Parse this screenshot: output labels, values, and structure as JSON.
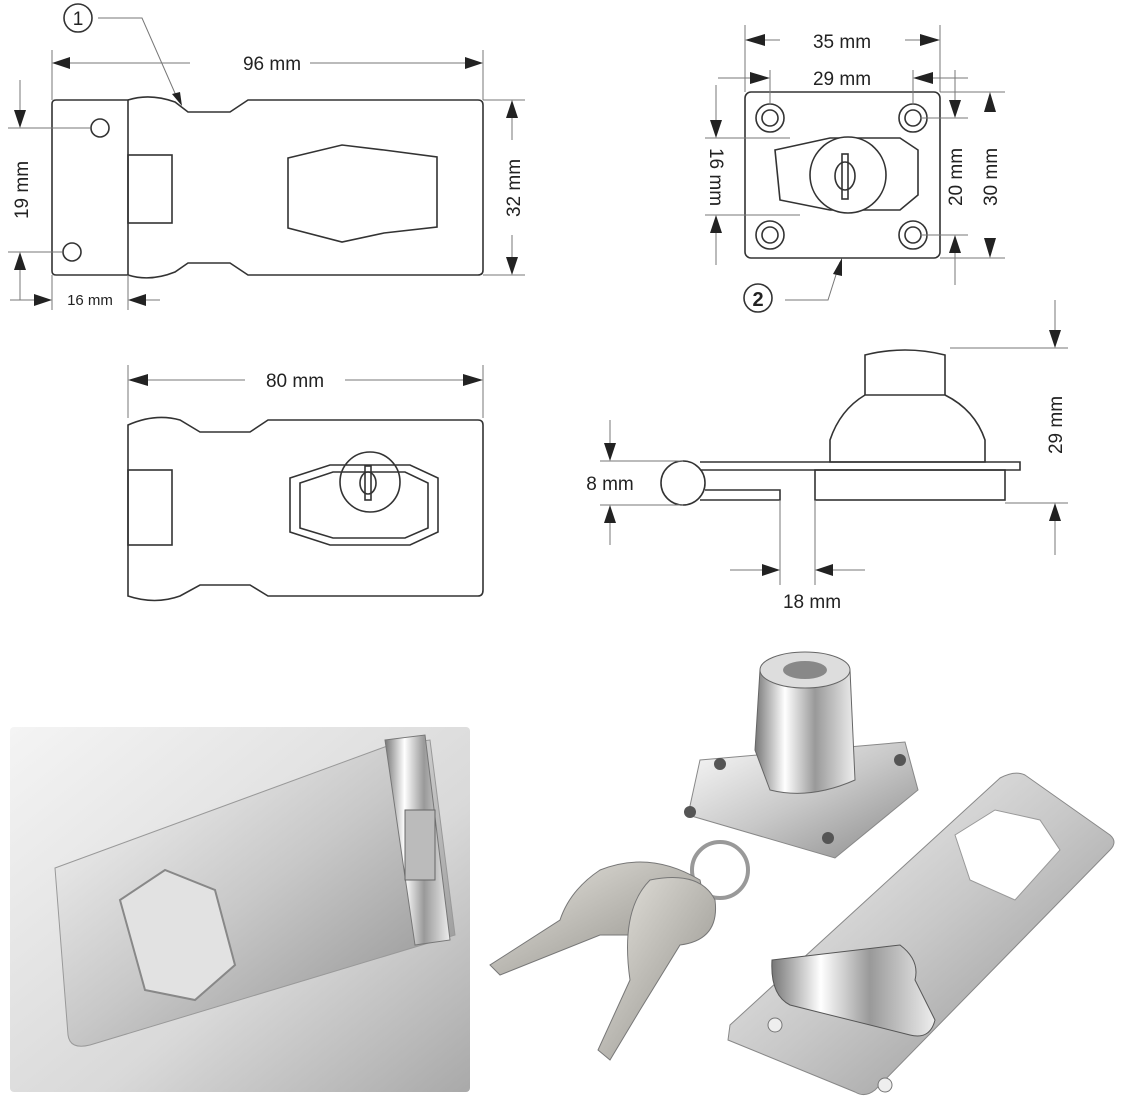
{
  "drawings": {
    "hasp_top": {
      "callout": "1",
      "length": "96 mm",
      "height": "32 mm",
      "hole_spacing": "19 mm",
      "hinge_width": "16 mm"
    },
    "lock_plate": {
      "callout": "2",
      "outer_width": "35 mm",
      "hole_spacing_x": "29 mm",
      "hole_offset": "16 mm",
      "hole_spacing_y": "20 mm",
      "outer_height": "30 mm"
    },
    "hasp_front": {
      "length": "80 mm"
    },
    "side_view": {
      "hinge_diameter": "8 mm",
      "total_height": "29 mm",
      "gap": "18 mm"
    }
  }
}
